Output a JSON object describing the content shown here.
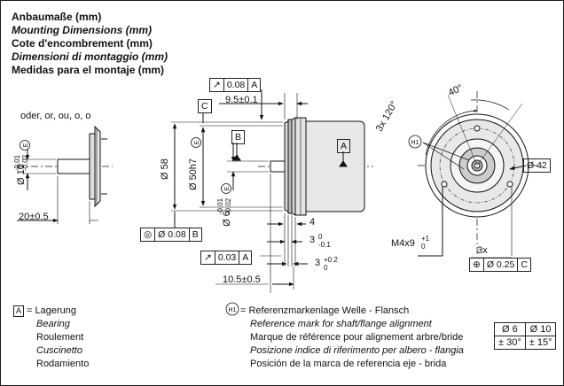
{
  "headings": [
    {
      "text": "Anbaumaße (mm)",
      "italic": false
    },
    {
      "text": "Mounting Dimensions (mm)",
      "italic": true
    },
    {
      "text": "Cote d'encombrement (mm)",
      "italic": false
    },
    {
      "text": "Dimensioni di montaggio (mm)",
      "italic": true
    },
    {
      "text": "Medidas para el montaje (mm)",
      "italic": false
    }
  ],
  "left_view": {
    "variant_label": "oder, or, ou, o, o",
    "shaft_dim": "Ø 10",
    "shaft_tol_upper": "-0.01",
    "shaft_tol_lower": "-0.02",
    "shaft_tol_mark": "E",
    "length_dim": "20±0.5"
  },
  "side_view": {
    "runout_symbol": "runout-arrow",
    "runout_value": "0.08",
    "runout_datum": "A",
    "datum_c": "C",
    "datum_b": "B",
    "datum_a": "A",
    "dim_9_5": "9.5±0.1",
    "dia_58": "Ø 58",
    "dia_50": "Ø 50h7",
    "dia_50_mark": "E",
    "dia_6": "Ø 6",
    "dia_6_tol_upper": "-0.01",
    "dia_6_tol_lower": "-0.02",
    "dia_6_mark": "E",
    "coax_value": "Ø 0.08",
    "coax_datum": "B",
    "runout2_value": "0.03",
    "runout2_datum": "A",
    "dim_4": "4",
    "dim_3a": "3",
    "dim_3a_upper": "0",
    "dim_3a_lower": "-0.1",
    "dim_3b": "3",
    "dim_3b_upper": "+0.2",
    "dim_3b_lower": "0",
    "dim_10_5": "10.5±0.5"
  },
  "front_view": {
    "angle_120": "3x 120°",
    "angle_40": "40°",
    "h1_label": "H1",
    "dia_42": "Ø 42",
    "thread": "M4x9",
    "thread_upper": "+1",
    "thread_lower": "0",
    "pos_count": "3x",
    "pos_value": "Ø 0.25",
    "pos_datum": "C"
  },
  "legend_a": {
    "symbol": "A",
    "prefix": "= Lagerung",
    "lines": [
      "Bearing",
      "Roulement",
      "Cuscinetto",
      "Rodamiento"
    ]
  },
  "legend_h1": {
    "symbol": "H1",
    "lines": [
      {
        "text": "= Referenzmarkenlage Welle - Flansch",
        "italic": false
      },
      {
        "text": "Reference mark for shaft/flange alignment",
        "italic": true
      },
      {
        "text": "Marque de référence pour alignement arbre/bride",
        "italic": false
      },
      {
        "text": "Posizione indice di riferimento per albero - flangia",
        "italic": true
      },
      {
        "text": "Posición de la marca de referencia eje - brida",
        "italic": false
      }
    ]
  },
  "tolerance_table": {
    "headers": [
      "Ø 6",
      "Ø 10"
    ],
    "values": [
      "± 30°",
      "± 15°"
    ]
  }
}
